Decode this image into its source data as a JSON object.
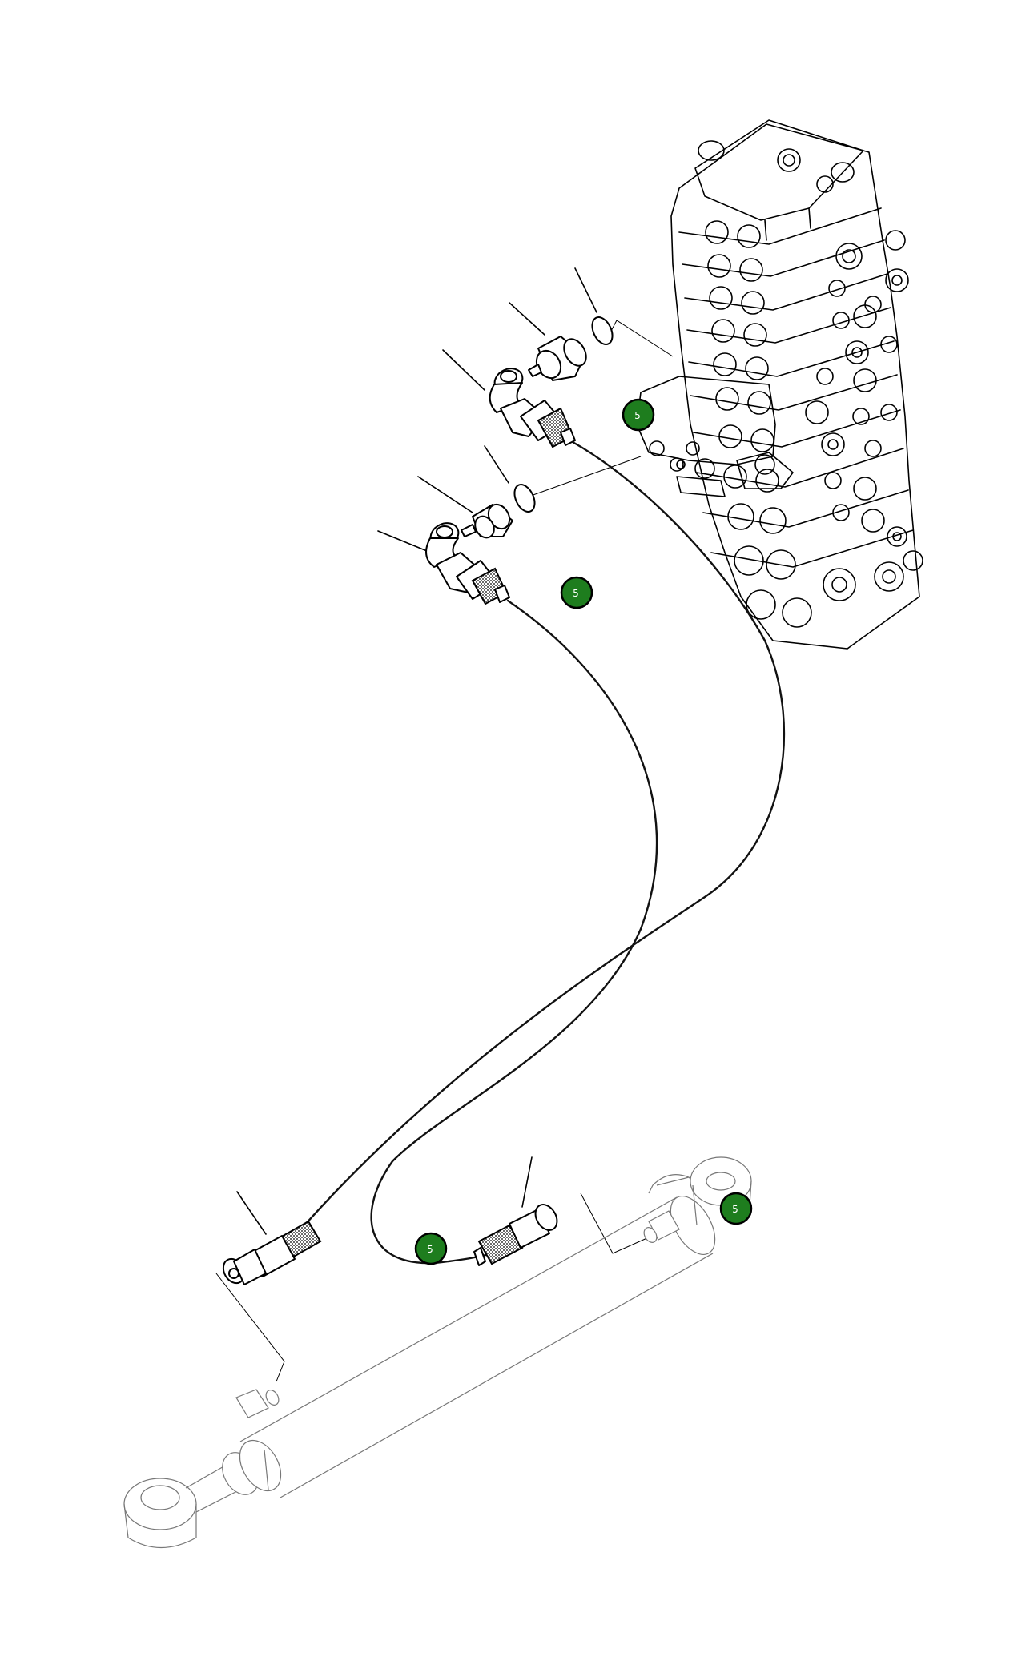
{
  "badges": [
    {
      "id": "badge-valve-port",
      "label": "5"
    },
    {
      "id": "badge-middle",
      "label": "5"
    },
    {
      "id": "badge-cylinder-end",
      "label": "5"
    },
    {
      "id": "badge-hose-end",
      "label": "5"
    }
  ],
  "colors": {
    "badge_fill": "#1e7d1e",
    "line": "#000000",
    "ghost": "#777777"
  }
}
